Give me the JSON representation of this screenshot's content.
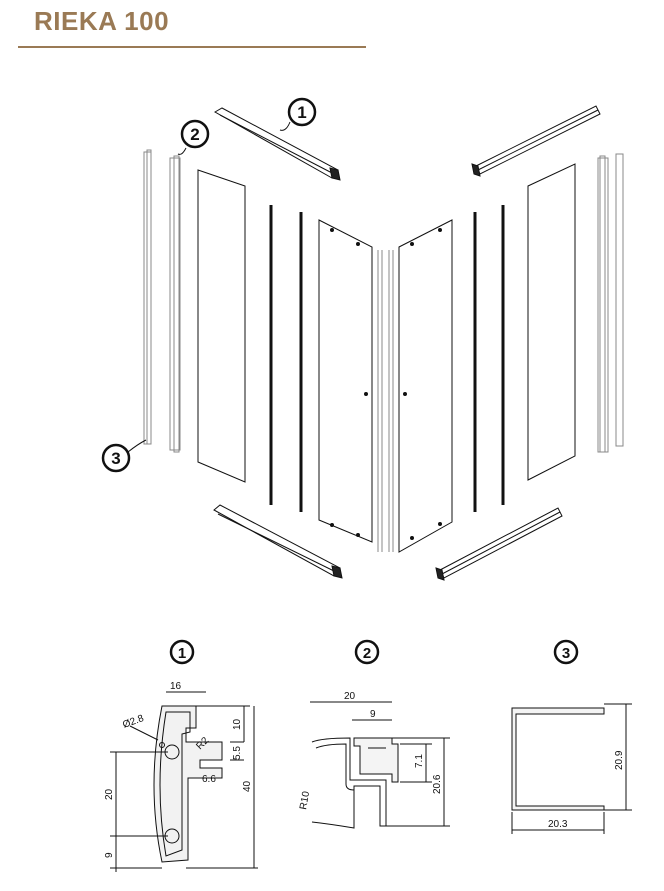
{
  "title": "RIEKA 100",
  "accent_color": "#9a7a55",
  "callouts": [
    "1",
    "2",
    "3"
  ],
  "profiles": [
    {
      "label": "1",
      "dims": [
        "16",
        "Ø2.8",
        "10",
        "R2",
        "5.5",
        "6.6",
        "20",
        "40",
        "9"
      ]
    },
    {
      "label": "2",
      "dims": [
        "20",
        "9",
        "7.1",
        "20.6",
        "R10"
      ]
    },
    {
      "label": "3",
      "dims": [
        "20.9",
        "20.3"
      ]
    }
  ]
}
